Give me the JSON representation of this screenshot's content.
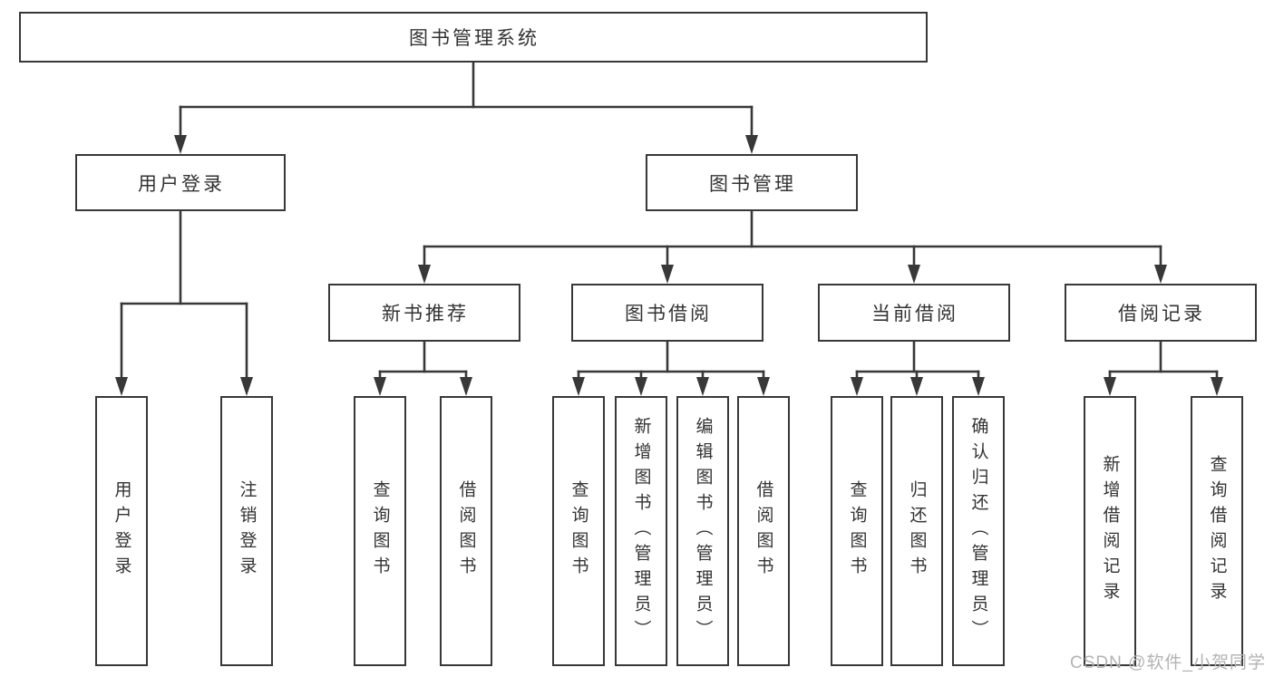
{
  "diagram": {
    "colors": {
      "line": "#383838",
      "box_border": "#383838",
      "box_background": "#ffffff",
      "text": "#333333",
      "watermark_text_color": "#b3b3b3"
    },
    "nodes": {
      "root": "图书管理系统",
      "user_login": "用户登录",
      "book_mgmt": "图书管理",
      "new_book_rec": "新书推荐",
      "book_borrow": "图书借阅",
      "current_borrow": "当前借阅",
      "borrow_records": "借阅记录",
      "leaf_user_login": "用户登录",
      "leaf_logout": "注销登录",
      "leaf_query_book_a": "查询图书",
      "leaf_borrow_book_a": "借阅图书",
      "leaf_query_book_b": "查询图书",
      "leaf_add_book": "新增图书（管理员）",
      "leaf_edit_book": "编辑图书（管理员）",
      "leaf_borrow_book_b": "借阅图书",
      "leaf_query_book_c": "查询图书",
      "leaf_return_book": "归还图书",
      "leaf_confirm_return": "确认归还（管理员）",
      "leaf_add_borrow_record": "新增借阅记录",
      "leaf_query_borrow_record": "查询借阅记录"
    },
    "watermark": "CSDN @软件_小贺同学"
  }
}
